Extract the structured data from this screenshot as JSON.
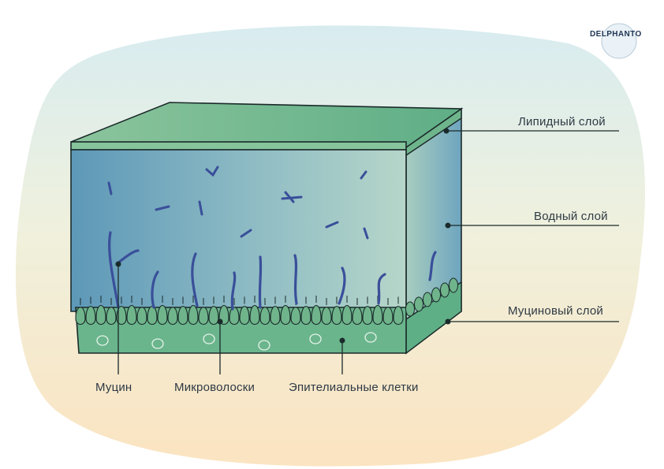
{
  "brand": {
    "logo_text": "DELPHANTO"
  },
  "labels": {
    "lipid_layer": "Липидный слой",
    "aqueous_layer": "Водный слой",
    "mucin_layer": "Муциновый слой",
    "mucin": "Муцин",
    "microvilli": "Микроволоски",
    "epithelial_cells": "Эпителиальные клетки"
  },
  "colors": {
    "background_top": "#d9ecf0",
    "background_bottom": "#fbe3c0",
    "lipid": "#7fbf95",
    "aqueous_left": "#5f9dbb",
    "aqueous_right": "#a9d0c8",
    "mucin_fibers": "#3a4f9a",
    "epithelium": "#5fae86",
    "outline": "#1b2a2a"
  }
}
